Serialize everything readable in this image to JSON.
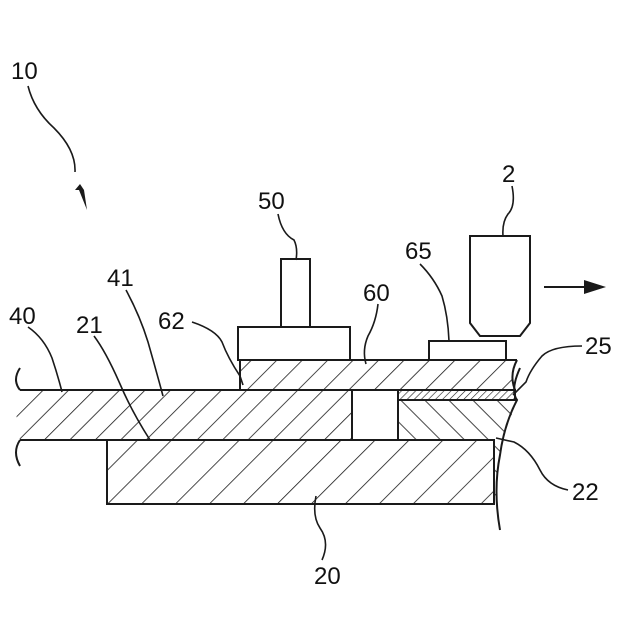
{
  "figure": {
    "labels": {
      "assembly": "10",
      "tool": "2",
      "pressing_member": "50",
      "sheet": "60",
      "sheet_end": "62",
      "pad": "65",
      "panel": "40",
      "panel_surface": "41",
      "support_surface": "21",
      "support": "20",
      "side_member": "22",
      "joint_layer": "25"
    },
    "icons": {
      "motion_arrow": "arrow-right-icon",
      "direction_arrow": "arrow-down-icon"
    },
    "colors": {
      "line": "#1a1a1a",
      "background": "#ffffff"
    }
  }
}
